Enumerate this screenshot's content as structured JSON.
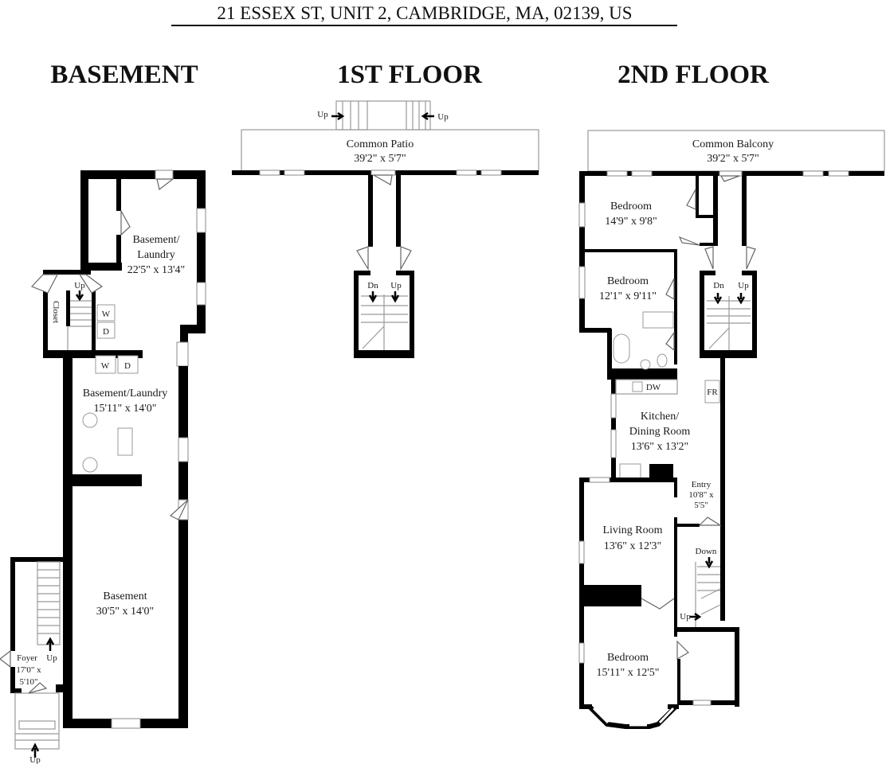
{
  "address": "21 ESSEX ST, UNIT 2, CAMBRIDGE, MA, 02139, US",
  "floors": [
    {
      "name": "BASEMENT",
      "rooms": [
        {
          "name": "Basement/",
          "name2": "Laundry",
          "dims": "22'5\" x 13'4\""
        },
        {
          "name": "Basement/Laundry",
          "dims": "15'11\" x 14'0\""
        },
        {
          "name": "Basement",
          "dims": "30'5\" x 14'0\""
        },
        {
          "name": "Foyer",
          "dims1": "17'0\" x",
          "dims2": "5'10\""
        },
        {
          "name": "Closet"
        }
      ],
      "fixtures": {
        "washer": "W",
        "dryer": "D"
      },
      "stair_labels": {
        "up_top": "Up",
        "up_foyer": "Up",
        "up_entry": "Up"
      }
    },
    {
      "name": "1ST FLOOR",
      "rooms": [
        {
          "name": "Common Patio",
          "dims": "39'2\" x 5'7\""
        }
      ],
      "stair_labels": {
        "up_left": "Up",
        "up_right": "Up",
        "dn": "Dn",
        "up": "Up"
      }
    },
    {
      "name": "2ND FLOOR",
      "rooms": [
        {
          "name": "Common Balcony",
          "dims": "39'2\" x 5'7\""
        },
        {
          "name": "Bedroom",
          "dims": "14'9\" x 9'8\""
        },
        {
          "name": "Bedroom",
          "dims": "12'1\" x 9'11\""
        },
        {
          "name": "Kitchen/",
          "name2": "Dining Room",
          "dims": "13'6\" x 13'2\""
        },
        {
          "name": "Entry",
          "dims1": "10'8\" x",
          "dims2": "5'5\""
        },
        {
          "name": "Living Room",
          "dims": "13'6\" x 12'3\""
        },
        {
          "name": "Bedroom",
          "dims": "15'11\" x 12'5\""
        }
      ],
      "fixtures": {
        "dishwasher": "DW",
        "fridge": "FR"
      },
      "stair_labels": {
        "dn": "Dn",
        "up": "Up",
        "down": "Down",
        "up_rear": "Up"
      }
    }
  ]
}
